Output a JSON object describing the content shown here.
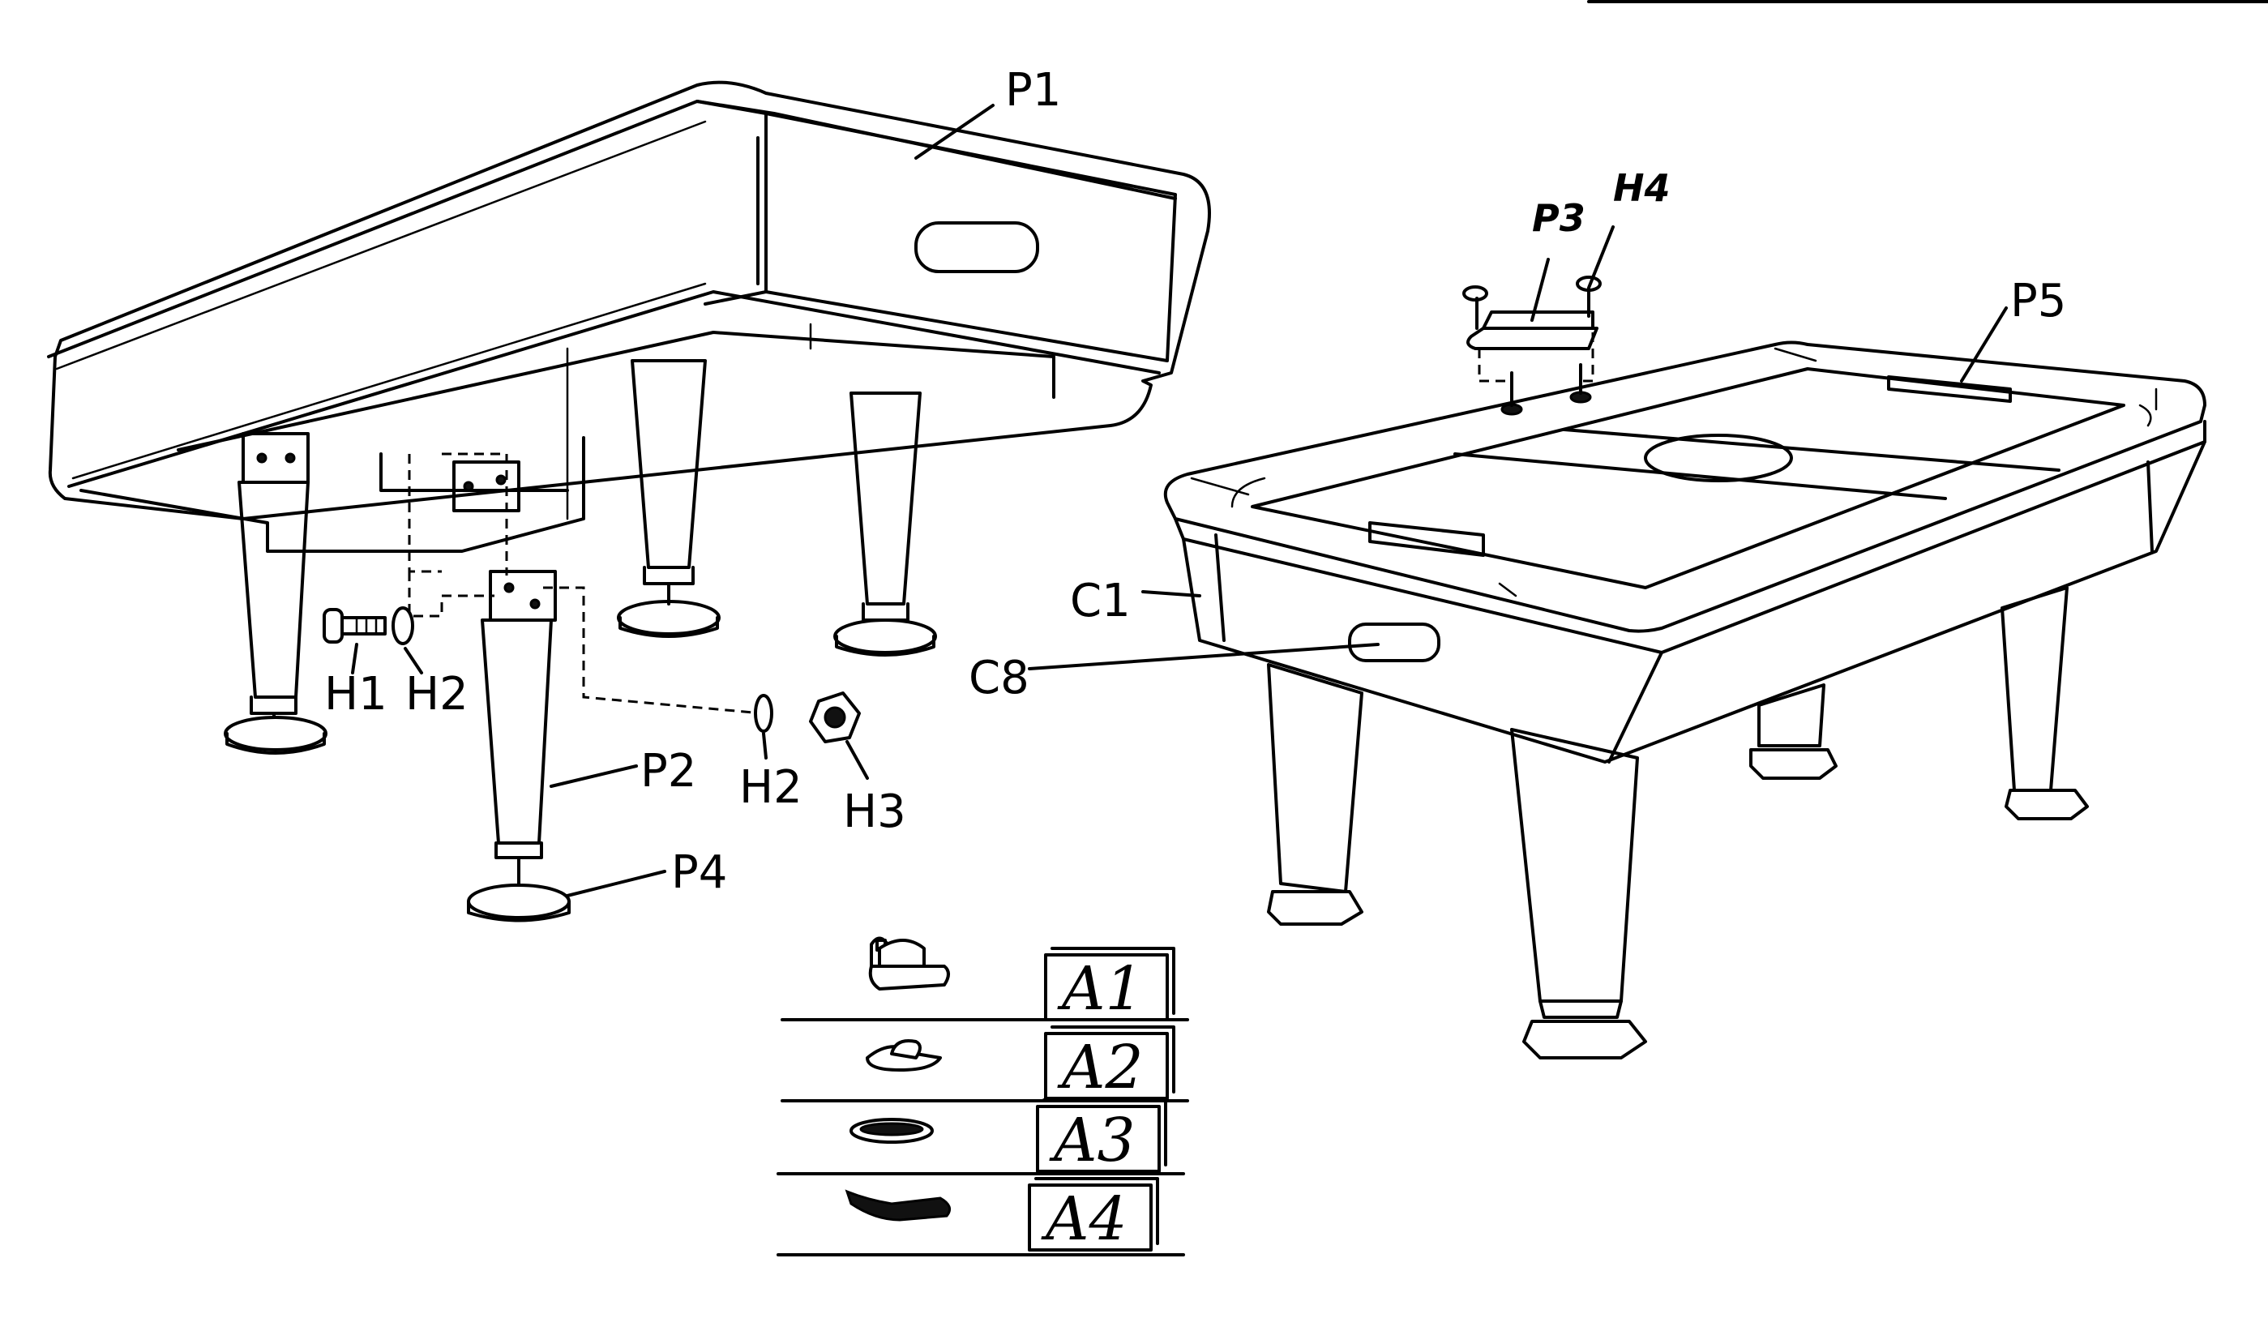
{
  "labels": {
    "p1": "P1",
    "p2": "P2",
    "p3": "P3",
    "p4": "P4",
    "p5": "P5",
    "h1": "H1",
    "h2_left": "H2",
    "h2_right": "H2",
    "h3": "H3",
    "h4": "H4",
    "c1": "C1",
    "c8": "C8"
  },
  "accessories": [
    {
      "code": "A1",
      "icon": "mallet-icon"
    },
    {
      "code": "A2",
      "icon": "puck-icon"
    },
    {
      "code": "A3",
      "icon": "ring-icon"
    },
    {
      "code": "A4",
      "icon": "wrench-icon"
    }
  ]
}
